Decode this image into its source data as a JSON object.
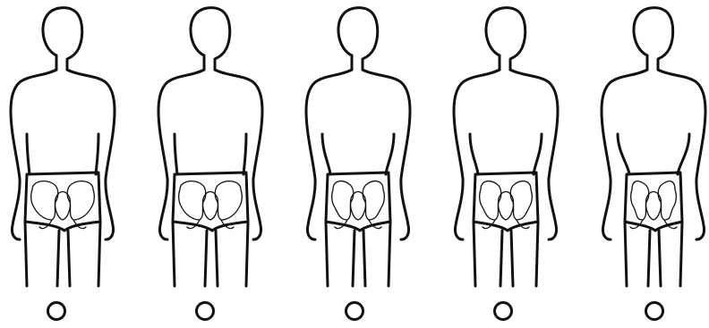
{
  "options": [
    {
      "id": 1,
      "selected": false
    },
    {
      "id": 2,
      "selected": false
    },
    {
      "id": 3,
      "selected": false
    },
    {
      "id": 4,
      "selected": false
    },
    {
      "id": 5,
      "selected": false
    }
  ],
  "icons": {
    "figure": "human-figure-with-pelvis-icon",
    "choice": "radio-button"
  },
  "colors": {
    "stroke": "#111111",
    "background": "#ffffff"
  }
}
